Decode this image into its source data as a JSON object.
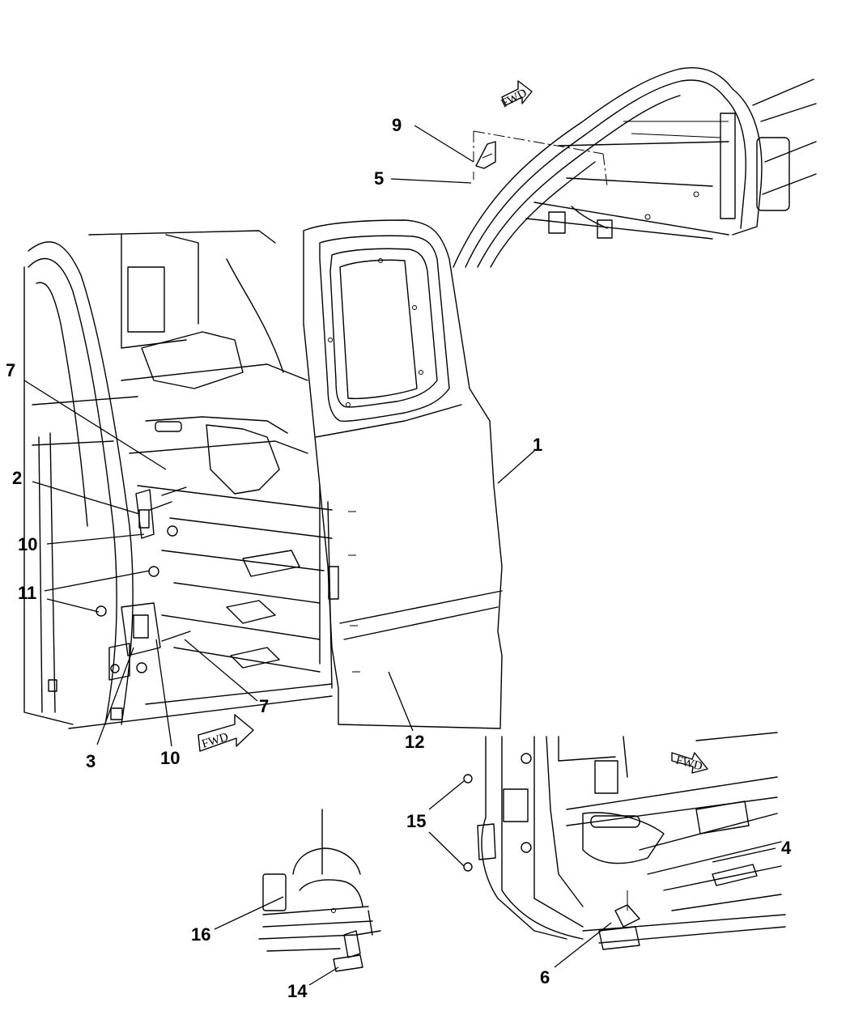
{
  "diagram": {
    "direction_label": "FWD",
    "callouts": [
      "1",
      "2",
      "3",
      "4",
      "5",
      "6",
      "7",
      "9",
      "10",
      "11",
      "12",
      "14",
      "15",
      "16"
    ],
    "callout_labels": {
      "c1": "1",
      "c2": "2",
      "c3": "3",
      "c4": "4",
      "c5": "5",
      "c6": "6",
      "c7a": "7",
      "c7b": "7",
      "c9": "9",
      "c10a": "10",
      "c10b": "10",
      "c11": "11",
      "c12": "12",
      "c14": "14",
      "c15": "15",
      "c16": "16"
    }
  }
}
